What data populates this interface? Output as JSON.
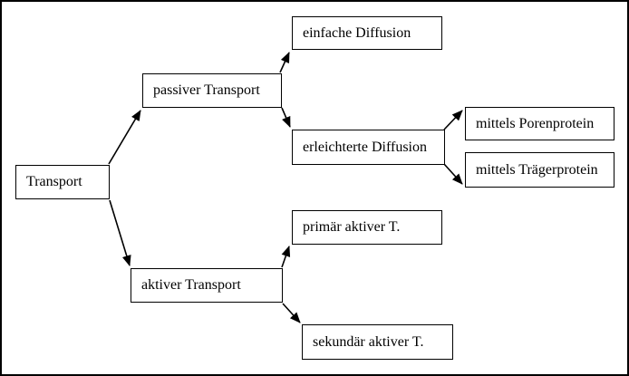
{
  "diagram": {
    "type": "tree",
    "nodes": {
      "root": {
        "label": "Transport"
      },
      "passive": {
        "label": "passiver Transport"
      },
      "simple": {
        "label": "einfache Diffusion"
      },
      "facilitated": {
        "label": "erleichterte Diffusion"
      },
      "pore": {
        "label": "mittels Porenprotein"
      },
      "carrier": {
        "label": "mittels Trägerprotein"
      },
      "primary": {
        "label": "primär aktiver T."
      },
      "active": {
        "label": "aktiver Transport"
      },
      "secondary": {
        "label": "sekundär aktiver T."
      }
    },
    "edges": [
      {
        "from": "Transport",
        "to": "passiver Transport"
      },
      {
        "from": "Transport",
        "to": "aktiver Transport"
      },
      {
        "from": "passiver Transport",
        "to": "einfache Diffusion"
      },
      {
        "from": "passiver Transport",
        "to": "erleichterte Diffusion"
      },
      {
        "from": "erleichterte Diffusion",
        "to": "mittels Porenprotein"
      },
      {
        "from": "erleichterte Diffusion",
        "to": "mittels Trägerprotein"
      },
      {
        "from": "aktiver Transport",
        "to": "primär aktiver T."
      },
      {
        "from": "aktiver Transport",
        "to": "sekundär aktiver T."
      }
    ],
    "colors": {
      "background": "#ffffff",
      "border": "#000000",
      "line": "#000000",
      "text": "#000000"
    }
  }
}
